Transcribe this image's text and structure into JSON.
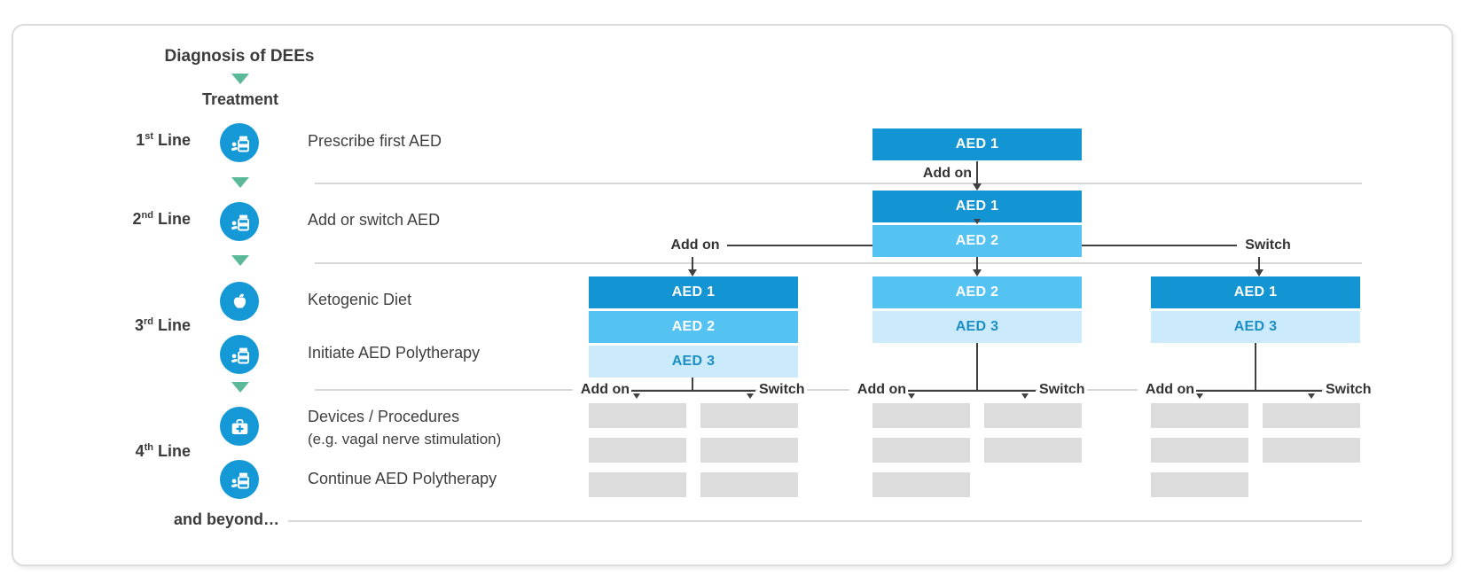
{
  "palette": {
    "dark_blue": "#1295d2",
    "medium_blue": "#55c3f2",
    "light_blue": "#cbeafb",
    "light_blue_text": "#1b8fc4",
    "gray_placeholder": "#dcdcdc",
    "connector_dark": "#404040",
    "separator_gray": "#d8d8d8",
    "green_arrow": "#5bb99a",
    "icon_circle_blue": "#1499d6"
  },
  "header": {
    "title": "Diagnosis of DEEs",
    "treatment_label": "Treatment"
  },
  "treatment_lines": [
    {
      "number": "1",
      "ordinal": "st",
      "word": "Line",
      "descriptions": [
        "Prescribe first AED"
      ],
      "icons": [
        "medication-bottle"
      ]
    },
    {
      "number": "2",
      "ordinal": "nd",
      "word": "Line",
      "descriptions": [
        "Add or switch AED"
      ],
      "icons": [
        "medication-bottle"
      ]
    },
    {
      "number": "3",
      "ordinal": "rd",
      "word": "Line",
      "descriptions": [
        "Ketogenic Diet",
        "Initiate AED Polytherapy"
      ],
      "icons": [
        "apple",
        "medication-bottle"
      ]
    },
    {
      "number": "4",
      "ordinal": "th",
      "word": "Line",
      "descriptions": [
        "Devices / Procedures",
        "(e.g. vagal nerve stimulation)",
        "Continue AED Polytherapy"
      ],
      "icons": [
        "medical-bag",
        "medication-bottle"
      ]
    }
  ],
  "footer_label": "and beyond…",
  "flow": {
    "addon_label": "Add on",
    "switch_label": "Switch",
    "line1_box": "AED 1",
    "line2_stack": [
      "AED 1",
      "AED 2"
    ],
    "line3_left_stack": [
      "AED 1",
      "AED 2",
      "AED 3"
    ],
    "line3_middle_stack": [
      "AED 2",
      "AED 3"
    ],
    "line3_right_stack": [
      "AED 1",
      "AED 3"
    ]
  }
}
